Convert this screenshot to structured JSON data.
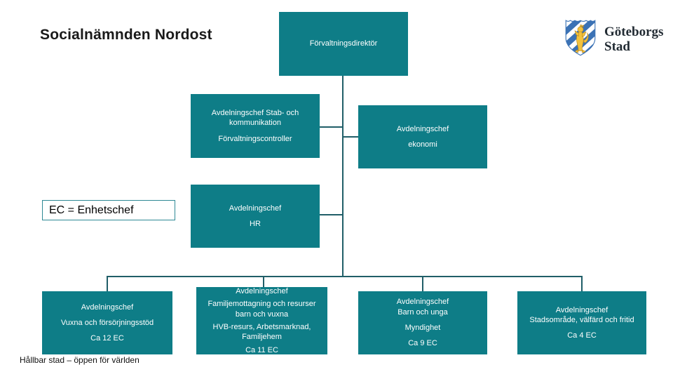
{
  "slide": {
    "title": "Socialnämnden Nordost",
    "legend_label": "EC = Enhetschef",
    "footer": "Hållbar stad – öppen för världen"
  },
  "logo": {
    "org_name": "Göteborgs Stad",
    "line1": "Göteborgs",
    "line2": "Stad",
    "icon": "goteborg-coat-of-arms-icon",
    "shield_blue": "#3b72b5",
    "lion_gold": "#f2c23e"
  },
  "colors": {
    "box_fill": "#0e7d87",
    "connector": "#205e68",
    "box_text": "#ffffff",
    "legend_border": "#2e8995"
  },
  "org_chart": {
    "root": {
      "lines": [
        "Förvaltningsdirektör"
      ]
    },
    "level2": [
      {
        "lines": [
          "Avdelningschef Stab- och kommunikation",
          "Förvaltningscontroller"
        ]
      },
      {
        "lines": [
          "Avdelningschef",
          "ekonomi"
        ]
      }
    ],
    "level3": [
      {
        "lines": [
          "Avdelningschef",
          "HR"
        ]
      }
    ],
    "level4": [
      {
        "lines": [
          "Avdelningschef",
          "Vuxna och försörjningsstöd",
          "Ca 12 EC"
        ]
      },
      {
        "lines": [
          "Avdelningschef",
          "Familjemottagning och resurser barn och vuxna",
          "HVB-resurs, Arbetsmarknad, Familjehem",
          "Ca 11 EC"
        ]
      },
      {
        "lines": [
          "Avdelningschef",
          "Barn och unga",
          "Myndighet",
          "Ca 9 EC"
        ]
      },
      {
        "lines": [
          "Avdelningschef",
          "Stadsområde, välfärd och fritid",
          "Ca 4 EC"
        ]
      }
    ]
  }
}
